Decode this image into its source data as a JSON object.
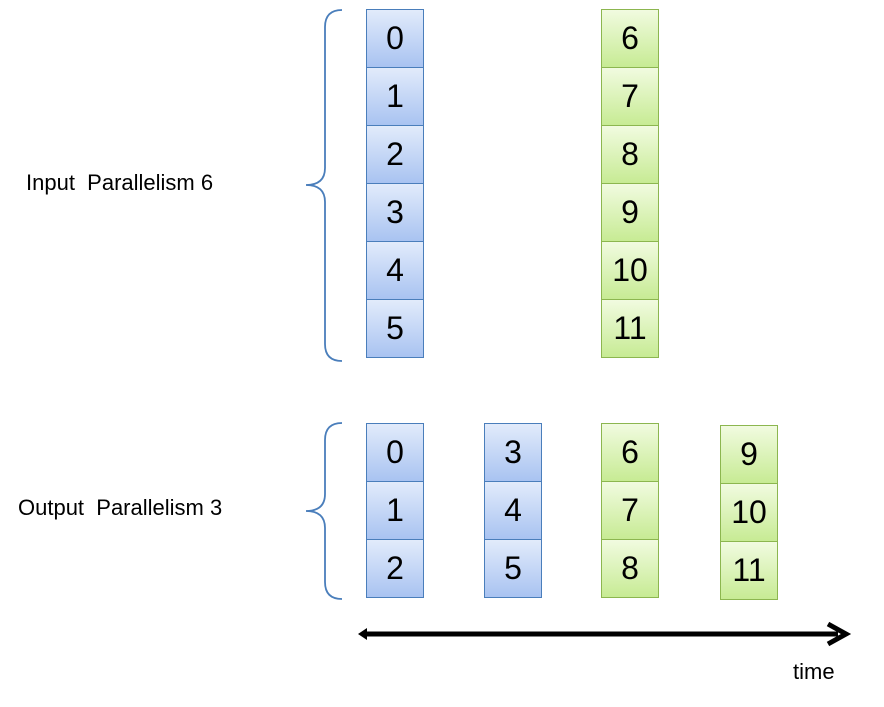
{
  "input": {
    "label": "Input  Parallelism 6",
    "columns": [
      {
        "color": "blue",
        "cells": [
          "0",
          "1",
          "2",
          "3",
          "4",
          "5"
        ]
      },
      {
        "color": "green",
        "cells": [
          "6",
          "7",
          "8",
          "9",
          "10",
          "11"
        ]
      }
    ]
  },
  "output": {
    "label": "Output  Parallelism 3",
    "columns": [
      {
        "color": "blue",
        "cells": [
          "0",
          "1",
          "2"
        ]
      },
      {
        "color": "blue",
        "cells": [
          "3",
          "4",
          "5"
        ]
      },
      {
        "color": "green",
        "cells": [
          "6",
          "7",
          "8"
        ]
      },
      {
        "color": "green",
        "cells": [
          "9",
          "10",
          "11"
        ]
      }
    ]
  },
  "time_axis": {
    "label": "time"
  },
  "colors": {
    "blue_fill": "#a9c3f1",
    "blue_border": "#4a7ebb",
    "green_fill": "#c7eb94",
    "green_border": "#8cb64f",
    "brace": "#4a7ebb",
    "arrow": "#000000"
  }
}
